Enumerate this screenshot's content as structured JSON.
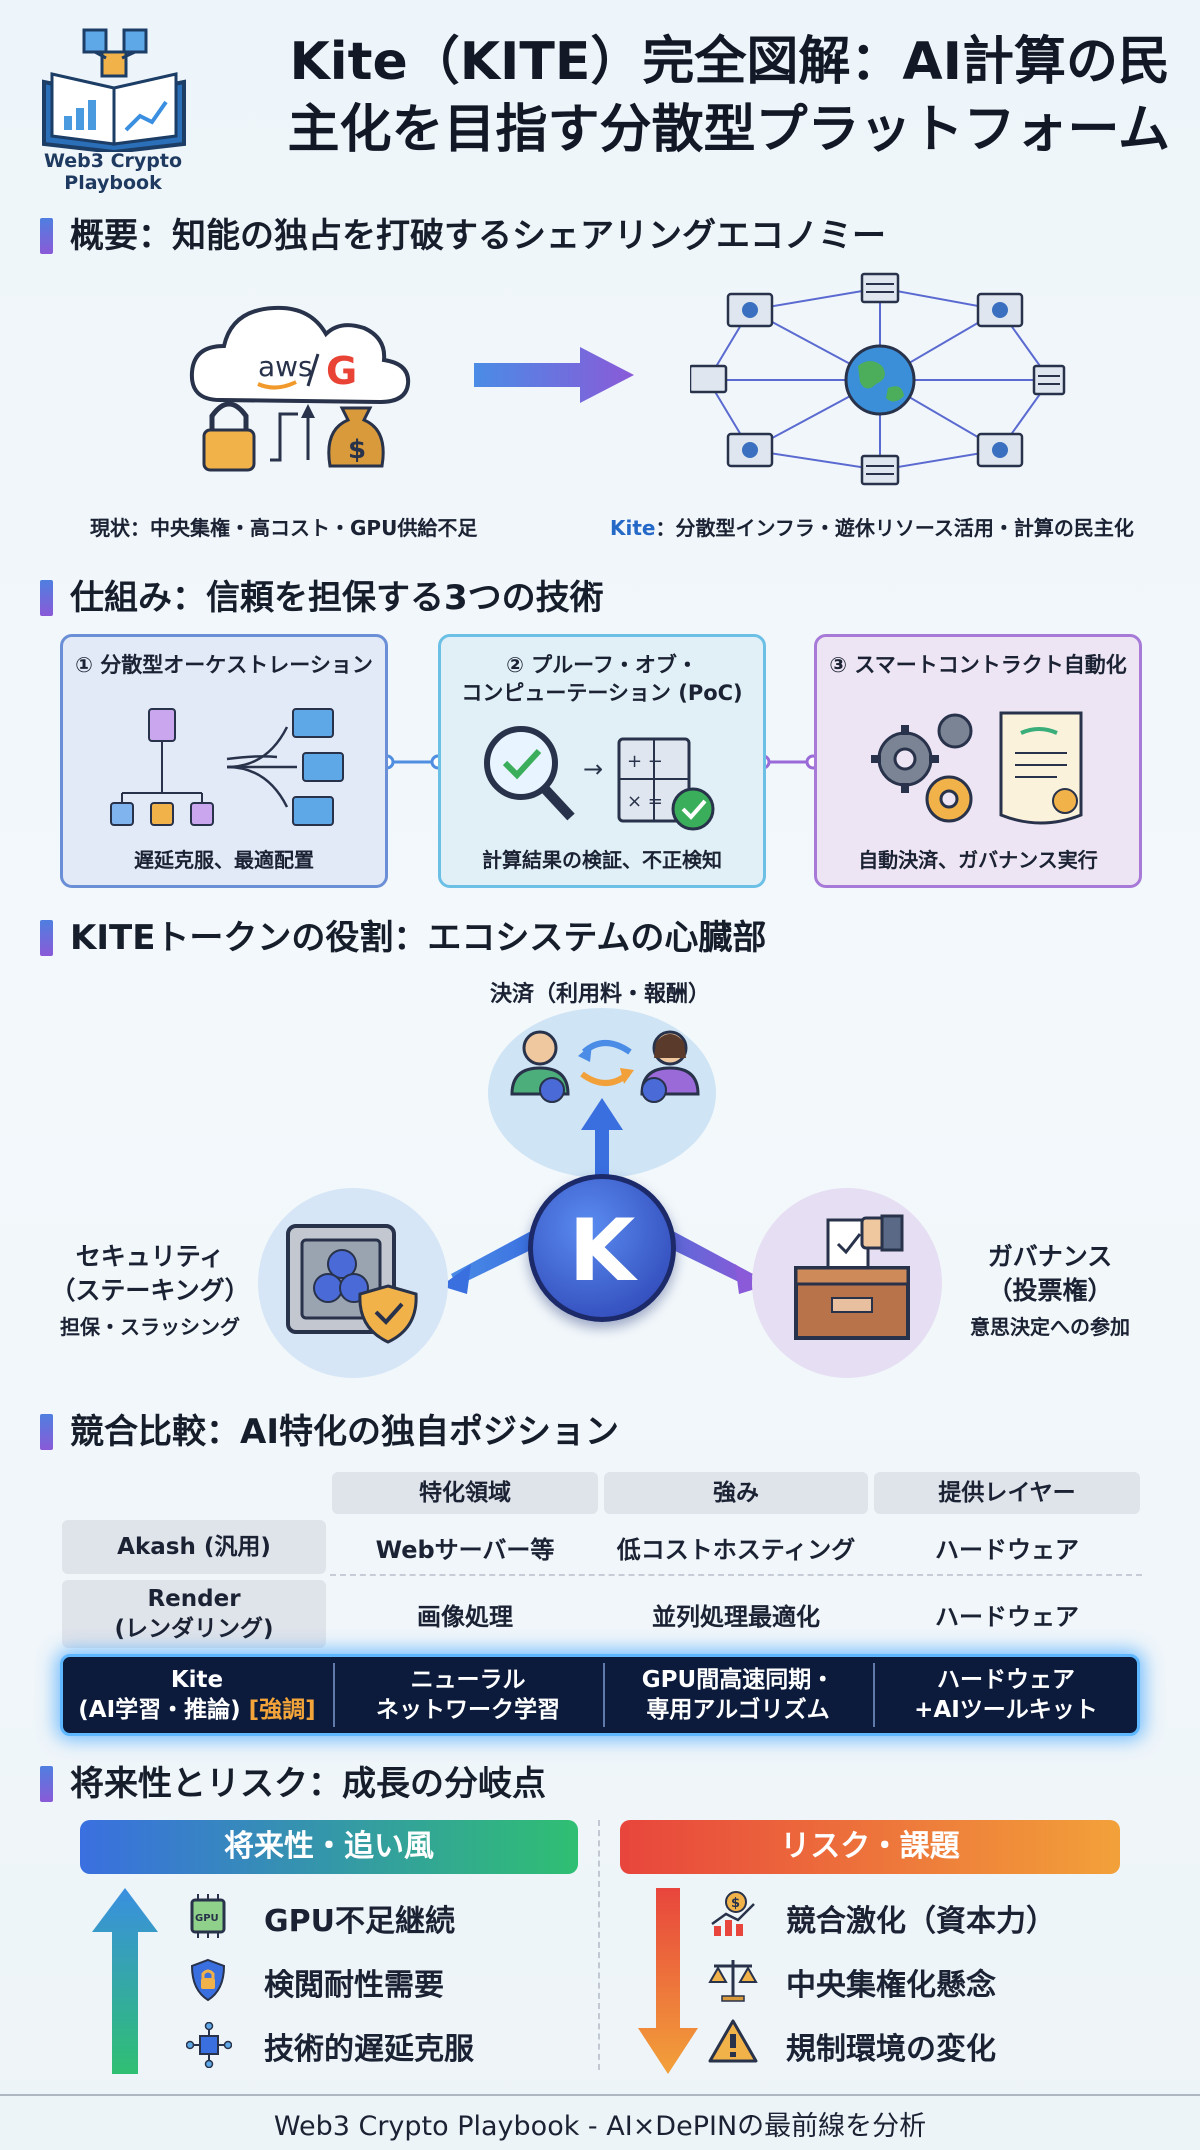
{
  "header": {
    "logo_text": "Web3 Crypto Playbook",
    "title_line1": "Kite（KITE）完全図解：AI計算の民",
    "title_line2": "主化を目指す分散型プラットフォーム"
  },
  "overview": {
    "title": "概要：知能の独占を打破するシェアリングエコノミー",
    "cloud_text": "aws",
    "google_text": "G",
    "left_caption": "現状：中央集権・高コスト・GPU供給不足",
    "right_caption_brand": "Kite",
    "right_caption_rest": "：分散型インフラ・遊休リソース活用・計算の民主化"
  },
  "mechanism": {
    "title": "仕組み：信頼を担保する3つの技術",
    "cards": [
      {
        "title": "① 分散型オーケストレーション",
        "caption": "遅延克服、最適配置"
      },
      {
        "title_line1": "② プルーフ・オブ・",
        "title_line2": "コンピューテーション (PoC)",
        "caption": "計算結果の検証、不正検知"
      },
      {
        "title": "③ スマートコントラクト自動化",
        "caption": "自動決済、ガバナンス実行"
      }
    ]
  },
  "token": {
    "title": "KITEトークンの役割：エコシステムの心臓部",
    "payment_label": "決済（利用料・報酬）",
    "security_line1": "セキュリティ",
    "security_line2": "（ステーキング）",
    "security_sub": "担保・スラッシング",
    "governance_line1": "ガバナンス",
    "governance_line2": "（投票権）",
    "governance_sub": "意思決定への参加",
    "center_letter": "K"
  },
  "comparison": {
    "title": "競合比較：AI特化の独自ポジション",
    "headers": [
      "特化領域",
      "強み",
      "提供レイヤー"
    ],
    "rows": [
      {
        "name": "Akash (汎用)",
        "cells": [
          "Webサーバー等",
          "低コストホスティング",
          "ハードウェア"
        ]
      },
      {
        "name_line1": "Render",
        "name_line2": "(レンダリング)",
        "cells": [
          "画像処理",
          "並列処理最適化",
          "ハードウェア"
        ]
      }
    ],
    "kite_row": {
      "name_line1": "Kite",
      "name_line2_a": "(AI学習・推論) ",
      "name_badge": "[強調]",
      "cell1_line1": "ニューラル",
      "cell1_line2": "ネットワーク学習",
      "cell2_line1": "GPU間高速同期・",
      "cell2_line2": "専用アルゴリズム",
      "cell3_line1": "ハードウェア",
      "cell3_line2": "+AIツールキット"
    }
  },
  "future": {
    "title": "将来性とリスク：成長の分岐点",
    "tailwind_label": "将来性・追い風",
    "risk_label": "リスク・課題",
    "tailwinds": [
      "GPU不足継続",
      "検閲耐性需要",
      "技術的遅延克服"
    ],
    "risks": [
      "競合激化（資本力）",
      "中央集権化懸念",
      "規制環境の変化"
    ],
    "gpu_chip_text": "GPU"
  },
  "footer": {
    "text": "Web3 Crypto Playbook - AI×DePINの最前線を分析"
  },
  "colors": {
    "accent_blue": "#2469c8",
    "kite_row_bg": "#0c1b3c",
    "glow": "#5fb8ff",
    "tailwind_gradient": [
      "#3a6fe0",
      "#2fbf72"
    ],
    "risk_gradient": [
      "#e8453c",
      "#f2a13a"
    ]
  }
}
